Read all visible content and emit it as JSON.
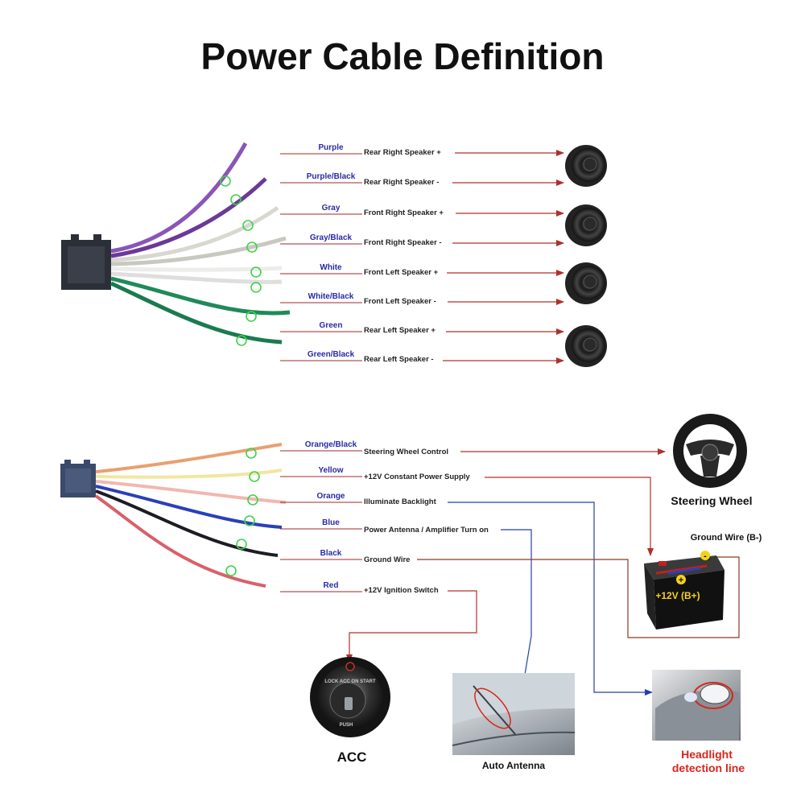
{
  "title": "Power Cable Definition",
  "speaker_wires": [
    {
      "color": "Purple",
      "function": "Rear Right Speaker +",
      "hex": "#8a55b8"
    },
    {
      "color": "Purple/Black",
      "function": "Rear Right Speaker -",
      "hex": "#6a3a98"
    },
    {
      "color": "Gray",
      "function": "Front Right Speaker +",
      "hex": "#d8d8d0"
    },
    {
      "color": "Gray/Black",
      "function": "Front Right Speaker -",
      "hex": "#c8c8c0"
    },
    {
      "color": "White",
      "function": "Front Left Speaker +",
      "hex": "#ececea"
    },
    {
      "color": "White/Black",
      "function": "Front Left Speaker -",
      "hex": "#dededc"
    },
    {
      "color": "Green",
      "function": "Rear Left Speaker +",
      "hex": "#1f8a5a"
    },
    {
      "color": "Green/Black",
      "function": "Rear Left Speaker -",
      "hex": "#1a7a50"
    }
  ],
  "power_wires": [
    {
      "color": "Orange/Black",
      "function": "Steering Wheel Control",
      "hex": "#e8a070"
    },
    {
      "color": "Yellow",
      "function": "+12V Constant Power Supply",
      "hex": "#f2e6a0"
    },
    {
      "color": "Orange",
      "function": "Illuminate Backlight",
      "hex": "#f0b8b0"
    },
    {
      "color": "Blue",
      "function": "Power Antenna / Amplifier Turn on",
      "hex": "#2a40b8"
    },
    {
      "color": "Black",
      "function": "Ground Wire",
      "hex": "#1c1c24"
    },
    {
      "color": "Red",
      "function": "+12V  Ignition Switch",
      "hex": "#d8606a"
    }
  ],
  "devices": {
    "steering_wheel": "Steering Wheel",
    "ground_wire_label": "Ground Wire (B-)",
    "battery_label": "+12V  (B+)",
    "acc": "ACC",
    "ignition_text": "LOCK  ACC  ON  START",
    "ignition_push": "PUSH",
    "auto_antenna": "Auto Antenna",
    "headlight_line1": "Headlight",
    "headlight_line2": "detection line"
  },
  "colors": {
    "arrow": "#b0302a",
    "blue_arrow": "#2340a8",
    "ring": "#3fd24a",
    "label_blue": "#2a2aa8",
    "caption_red": "#d8261c"
  }
}
